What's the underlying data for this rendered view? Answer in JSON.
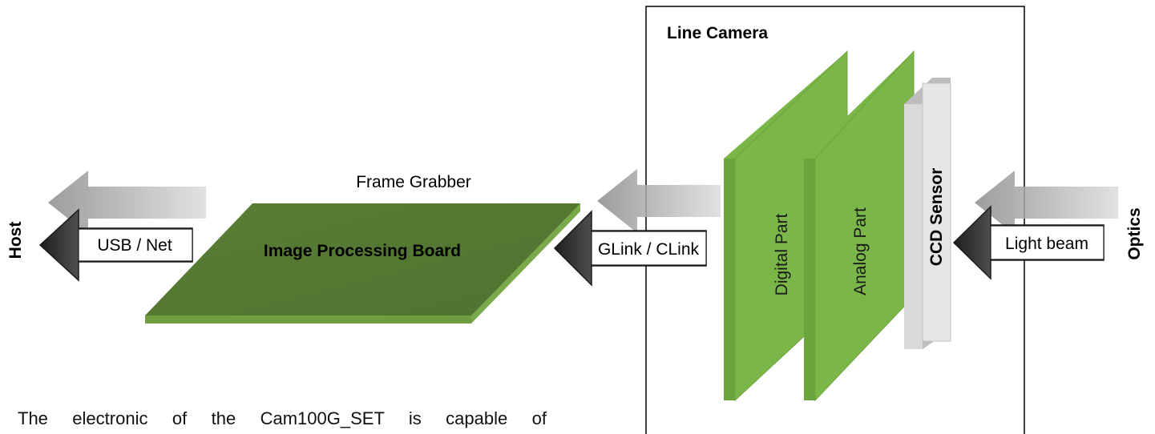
{
  "labels": {
    "host": "Host",
    "usb_net": "USB / Net",
    "frame_grabber": "Frame Grabber",
    "image_processing_board": "Image Processing Board",
    "glink_clink": "GLink / CLink",
    "line_camera": "Line Camera",
    "digital_part": "Digital Part",
    "analog_part": "Analog Part",
    "ccd_sensor": "CCD Sensor",
    "light_beam": "Light beam",
    "optics": "Optics"
  },
  "paragraph": "The electronic of the Cam100G_SET is capable of",
  "colors": {
    "green_light": "#7ab648",
    "green_dark": "#5a7e35",
    "sensor_gray": "#e0e0e0",
    "arrow_gray": "#a9a9a9"
  }
}
